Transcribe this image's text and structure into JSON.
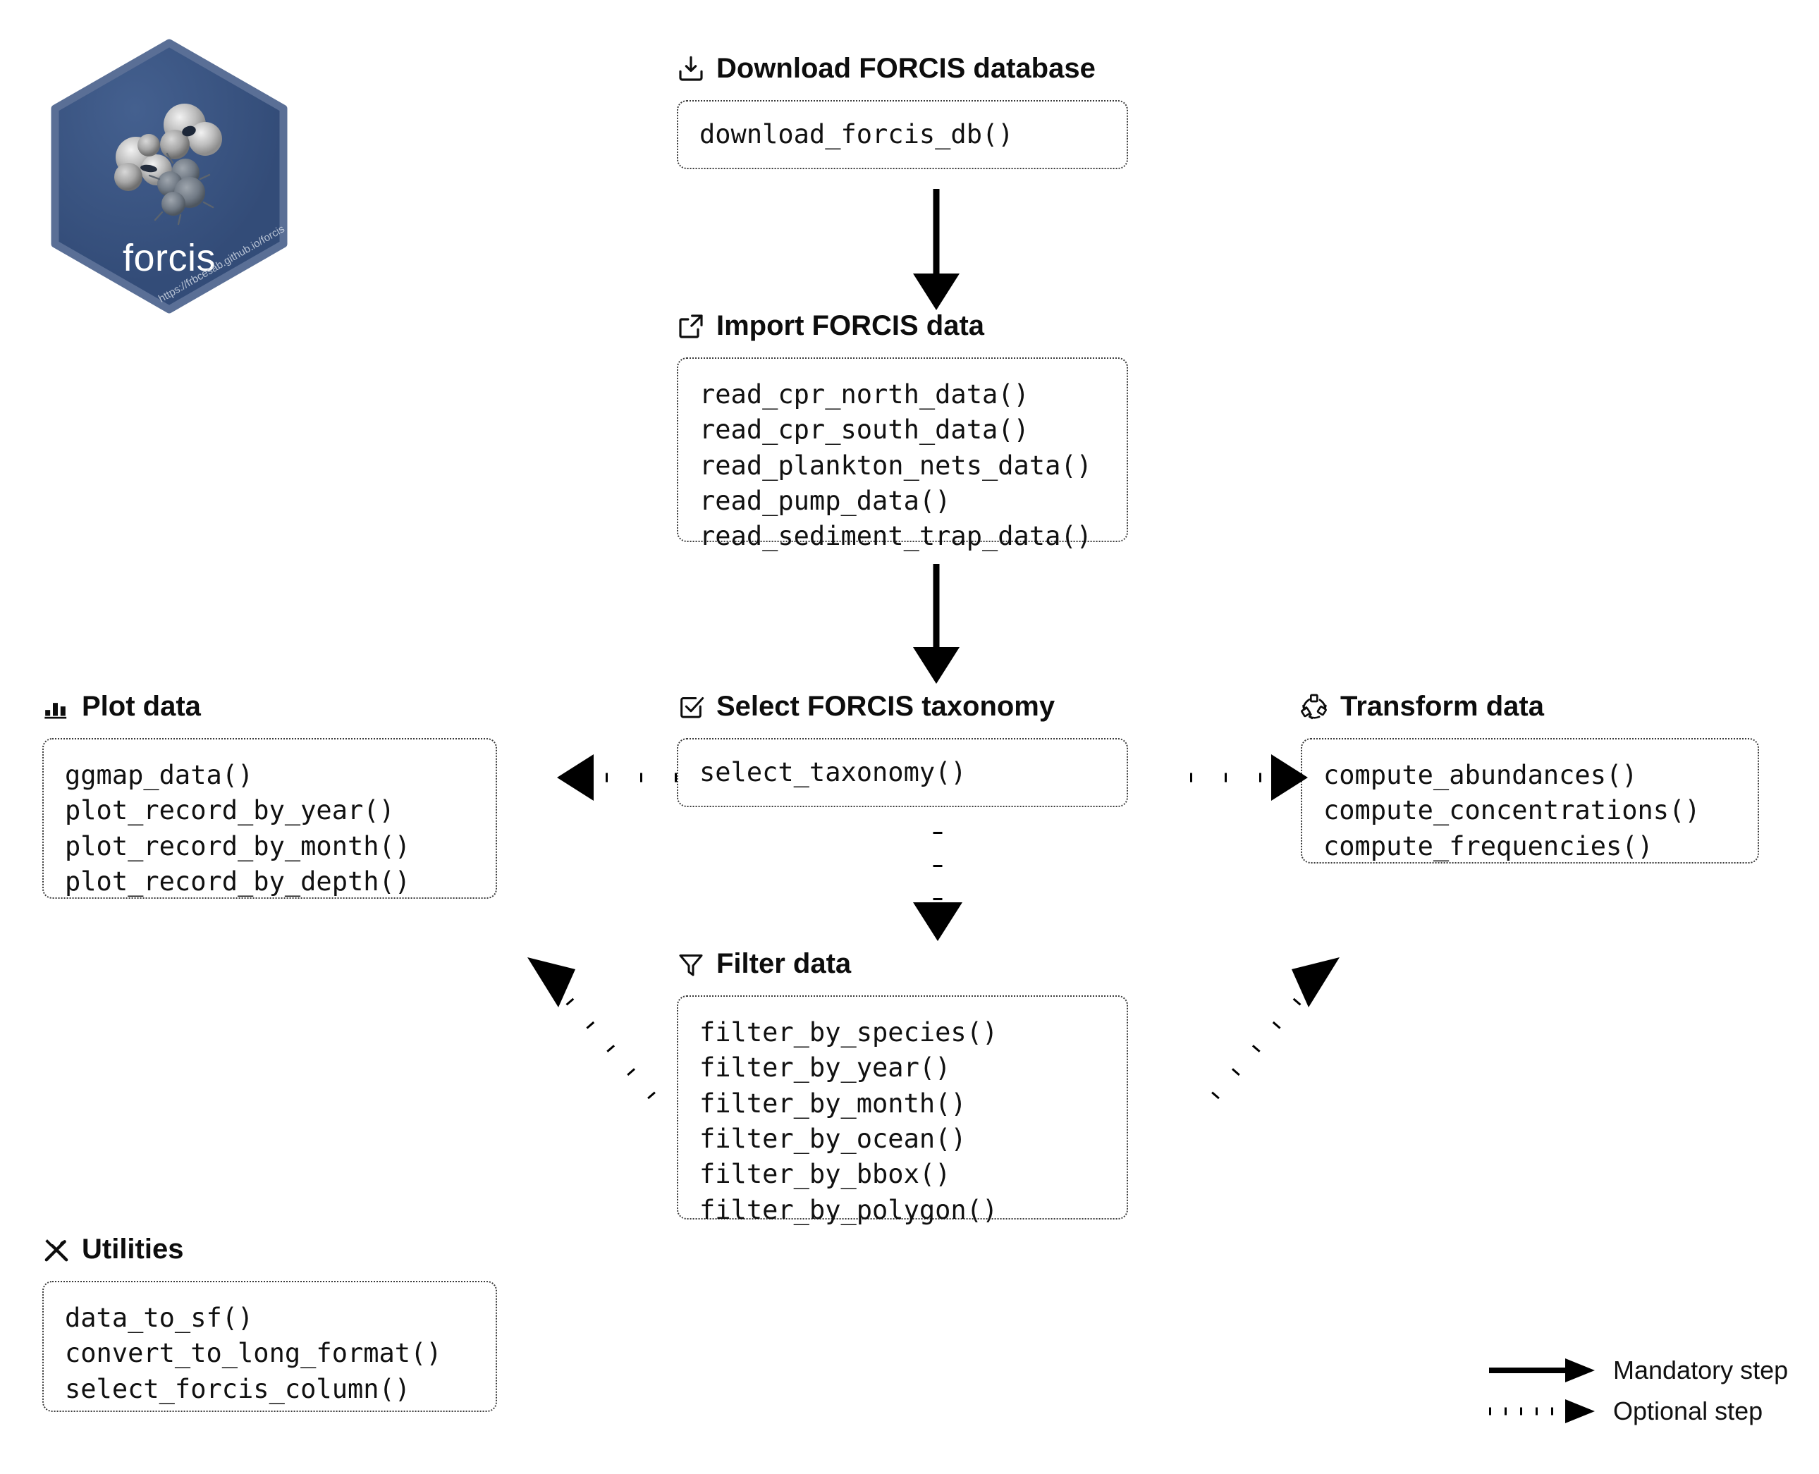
{
  "logo": {
    "name": "forcis",
    "url": "https://frbcesab.github.io/forcis",
    "hex_fill": "#36507e",
    "hex_border": "#5a6f96",
    "text_color": "#ffffff"
  },
  "sections": [
    {
      "id": "download",
      "icon": "download-tray-icon",
      "title": "Download FORCIS database",
      "functions": [
        "download_forcis_db()"
      ]
    },
    {
      "id": "import",
      "icon": "box-arrow-up-right-icon",
      "title": "Import FORCIS data",
      "functions": [
        "read_cpr_north_data()",
        "read_cpr_south_data()",
        "read_plankton_nets_data()",
        "read_pump_data()",
        "read_sediment_trap_data()"
      ]
    },
    {
      "id": "plot",
      "icon": "bar-chart-icon",
      "title": "Plot data",
      "functions": [
        "ggmap_data()",
        "plot_record_by_year()",
        "plot_record_by_month()",
        "plot_record_by_depth()"
      ]
    },
    {
      "id": "taxonomy",
      "icon": "checkbox-checked-icon",
      "title": "Select FORCIS taxonomy",
      "functions": [
        "select_taxonomy()"
      ]
    },
    {
      "id": "transform",
      "icon": "recycle-arrows-icon",
      "title": "Transform data",
      "functions": [
        "compute_abundances()",
        "compute_concentrations()",
        "compute_frequencies()"
      ]
    },
    {
      "id": "filter",
      "icon": "funnel-icon",
      "title": "Filter data",
      "functions": [
        "filter_by_species()",
        "filter_by_year()",
        "filter_by_month()",
        "filter_by_ocean()",
        "filter_by_bbox()",
        "filter_by_polygon()"
      ]
    },
    {
      "id": "utilities",
      "icon": "crossed-tools-icon",
      "title": "Utilities",
      "functions": [
        "data_to_sf()",
        "convert_to_long_format()",
        "select_forcis_column()"
      ]
    }
  ],
  "legend": {
    "mandatory_label": "Mandatory step",
    "optional_label": "Optional step",
    "line_color": "#000000"
  },
  "connections": [
    {
      "name": "download-to-import",
      "style": "solid",
      "direction": "down"
    },
    {
      "name": "import-to-taxonomy",
      "style": "solid",
      "direction": "down"
    },
    {
      "name": "taxonomy-to-plot",
      "style": "dotted",
      "direction": "left"
    },
    {
      "name": "taxonomy-to-transform",
      "style": "dotted",
      "direction": "right"
    },
    {
      "name": "taxonomy-to-filter",
      "style": "dotted",
      "direction": "down"
    },
    {
      "name": "filter-to-plot",
      "style": "dotted",
      "direction": "up-left"
    },
    {
      "name": "filter-to-transform",
      "style": "dotted",
      "direction": "up-right"
    }
  ]
}
